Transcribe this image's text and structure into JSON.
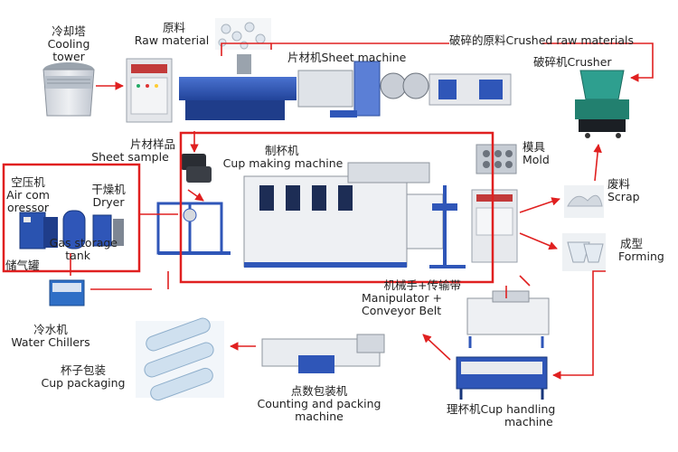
{
  "labels": {
    "cooling_tower": {
      "cn": "冷却塔",
      "en1": "Cooling",
      "en2": "tower"
    },
    "raw_material": {
      "cn": "原料",
      "en": "Raw material"
    },
    "sheet_machine": "片材机Sheet machine",
    "crushed": "破碎的原料Crushed raw materials",
    "crusher": "破碎机Crusher",
    "sheet_sample": {
      "cn": "片材样品",
      "en": "Sheet sample"
    },
    "cup_making": {
      "cn": "制杯机",
      "en": "Cup making machine"
    },
    "mold": {
      "cn": "模具",
      "en": "Mold"
    },
    "air_compressor": {
      "cn": "空压机",
      "en1": "Air com",
      "en2": "oressor"
    },
    "dryer": {
      "cn": "干燥机",
      "en": "Dryer"
    },
    "gas_storage": {
      "en1": "Gas storage",
      "en2": "tank",
      "cn": "储气罐"
    },
    "scrap": {
      "cn": "废料",
      "en": "Scrap"
    },
    "forming": {
      "cn": "成型",
      "en": "Forming"
    },
    "manipulator": {
      "cn": "机械手+传输带",
      "en1": "Manipulator +",
      "en2": "Conveyor Belt"
    },
    "water_chillers": {
      "cn": "冷水机",
      "en": "Water Chillers"
    },
    "cup_packaging": {
      "cn": "杯子包装",
      "en": "Cup packaging"
    },
    "counting": {
      "cn": "点数包装机",
      "en1": "Counting and packing",
      "en2": "machine"
    },
    "cup_handling": {
      "cn1": "理杯机",
      "en1": "Cup handling",
      "en2": "machine"
    }
  },
  "colors": {
    "arrow": "#e02020",
    "frame": "#e02020",
    "machine_blue": "#2f56b8",
    "panel_grey": "#d8dce2"
  }
}
